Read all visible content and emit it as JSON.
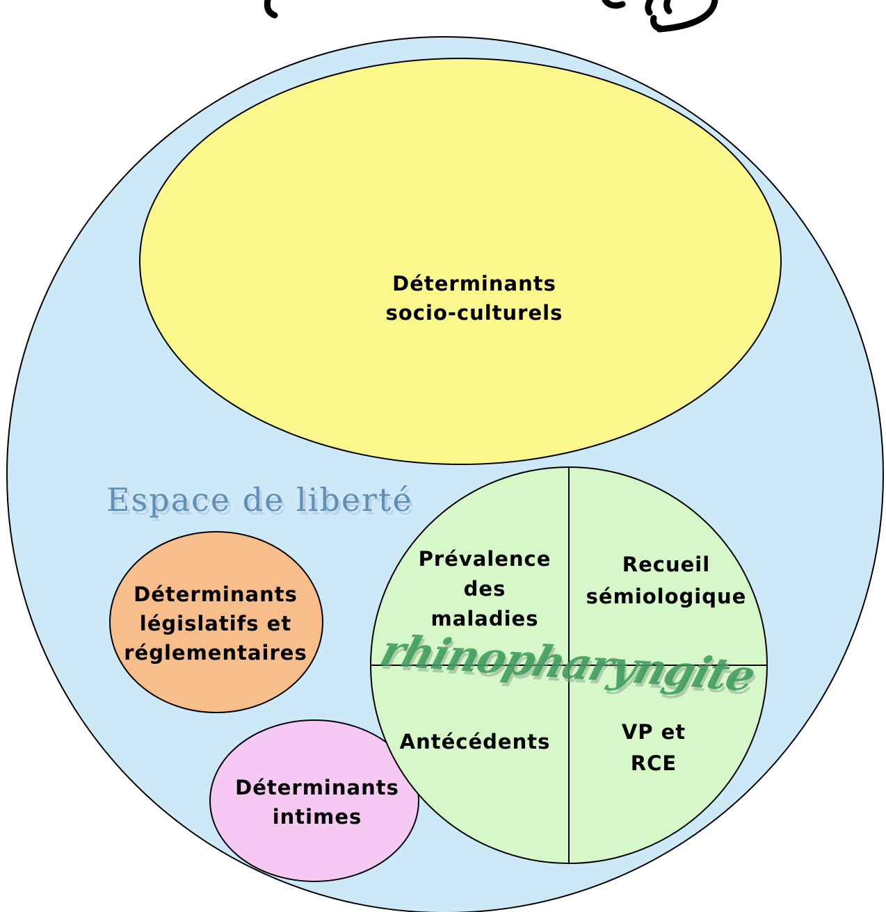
{
  "colors": {
    "outer_circle": "#cde9f7",
    "sociocultural": "#fbf78c",
    "legislative": "#f7bd8a",
    "intimate": "#f6c8f4",
    "medical": "#d6f8c9",
    "freedom_text": "#5f8fb5",
    "watermark": "#3a9a5a",
    "outline": "#000000"
  },
  "diagram": {
    "freedom_space": "Espace de liberté",
    "sociocultural": {
      "line1": "Déterminants",
      "line2": "socio-culturels"
    },
    "legislative": {
      "line1": "Déterminants",
      "line2": "législatifs et",
      "line3": "réglementaires"
    },
    "intimate": {
      "line1": "Déterminants",
      "line2": "intimes"
    },
    "medical": {
      "prevalence": {
        "line1": "Prévalence",
        "line2": "des",
        "line3": "maladies"
      },
      "semiology": {
        "line1": "Recueil",
        "line2": "sémiologique"
      },
      "history": "Antécédents",
      "vp_rce": {
        "line1": "VP et",
        "line2": "RCE"
      },
      "watermark": "rhinopharyngite"
    }
  }
}
